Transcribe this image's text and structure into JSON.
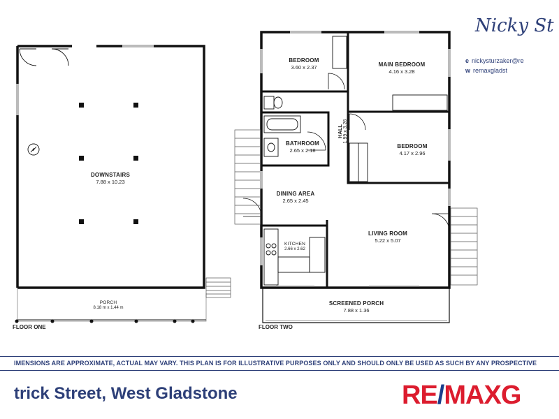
{
  "floors": [
    {
      "label": "FLOOR ONE",
      "rooms": [
        {
          "name": "DOWNSTAIRS",
          "dims": "7.88 x 10.23"
        },
        {
          "name": "PORCH",
          "dims": "8.18 m x 1.44 m"
        }
      ]
    },
    {
      "label": "FLOOR TWO",
      "rooms": [
        {
          "name": "BEDROOM",
          "dims": "3.60 x 2.37"
        },
        {
          "name": "MAIN BEDROOM",
          "dims": "4.16 x 3.28"
        },
        {
          "name": "BATHROOM",
          "dims": "2.65 x 2.18"
        },
        {
          "name": "HALL",
          "dims": "1.99 x 3.26"
        },
        {
          "name": "BEDROOM",
          "dims": "4.17 x 2.96"
        },
        {
          "name": "DINING AREA",
          "dims": "2.65 x 2.45"
        },
        {
          "name": "KITCHEN",
          "dims": "2.66 x 2.62"
        },
        {
          "name": "LIVING ROOM",
          "dims": "5.22 x 5.07"
        },
        {
          "name": "SCREENED PORCH",
          "dims": "7.88 x 1.36"
        }
      ]
    }
  ],
  "agent": {
    "signature": "Nicky St",
    "email_prefix": "e",
    "email": "nickysturzaker@re",
    "web_prefix": "w",
    "web": "remaxgladst"
  },
  "disclaimer": "IMENSIONS ARE APPROXIMATE, ACTUAL MAY VARY. THIS PLAN IS FOR ILLUSTRATIVE PURPOSES ONLY AND SHOULD ONLY BE USED AS SUCH BY ANY PROSPECTIVE",
  "address": "trick Street, West Gladstone",
  "brand": {
    "re": "RE",
    "slash": "/",
    "max": "MAX",
    "suffix": "G"
  },
  "colors": {
    "navy": "#2d3f78",
    "remax_red": "#dc1c2e",
    "remax_blue": "#1a3e8c",
    "wall": "#111111"
  }
}
